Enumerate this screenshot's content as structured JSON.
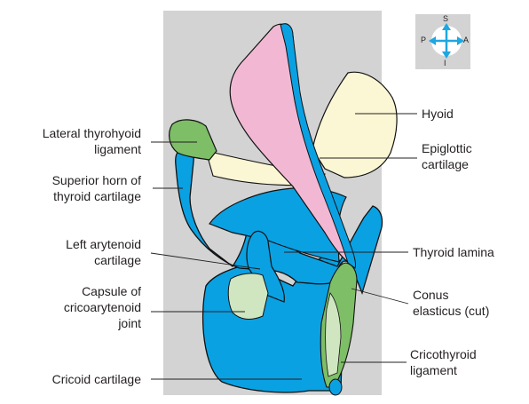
{
  "figure": {
    "colors": {
      "panel_bg": "#d3d3d3",
      "cartilage_blue": "#0aa1e2",
      "hyoid_cream": "#fbf6d4",
      "epiglottis_pink": "#f2b8d3",
      "ligament_green": "#7dbe66",
      "elasticus_light_green": "#cfe6c1",
      "outline": "#111111",
      "compass_arrow": "#1ea7e1"
    },
    "orientation": {
      "superior": "S",
      "inferior": "I",
      "posterior": "P",
      "anterior": "A"
    },
    "labels_left": {
      "lateral_thyrohyoid": "Lateral thyrohyoid\nligament",
      "superior_horn": "Superior horn of\nthyroid cartilage",
      "left_arytenoid": "Left arytenoid\ncartilage",
      "capsule": "Capsule of\ncricoarytenoid\njoint",
      "cricoid": "Cricoid cartilage"
    },
    "labels_right": {
      "hyoid": "Hyoid",
      "epiglottic": "Epiglottic\ncartilage",
      "thyroid_lamina": "Thyroid lamina",
      "conus": "Conus\nelasticus (cut)",
      "cricothyroid": "Cricothyroid\nligament"
    }
  }
}
